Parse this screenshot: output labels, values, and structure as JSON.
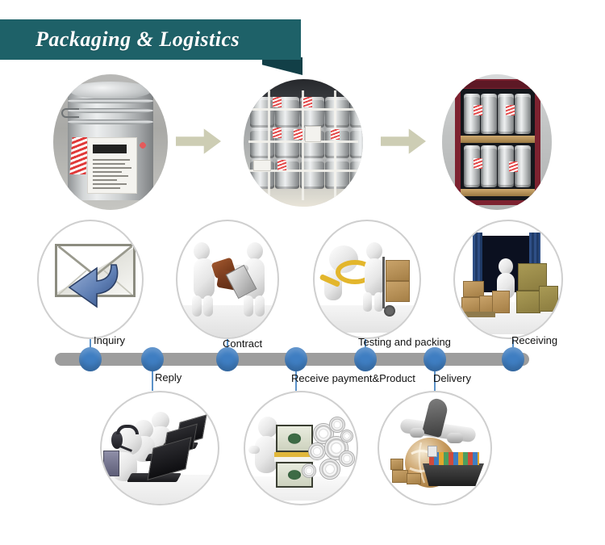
{
  "header": {
    "title": "Packaging & Logistics",
    "banner_color": "#1e6168",
    "tail_color": "#123f47",
    "text_color": "#ffffff"
  },
  "photo_row": {
    "items": [
      {
        "name": "steel-drum-photo",
        "caption": ""
      },
      {
        "name": "palletized-drums-photo",
        "caption": ""
      },
      {
        "name": "container-loaded-drums-photo",
        "caption": ""
      }
    ],
    "arrows": [
      {
        "name": "flow-arrow-1",
        "color": "#cdcdb4"
      },
      {
        "name": "flow-arrow-2",
        "color": "#cdcdb4"
      }
    ]
  },
  "process": {
    "bar_color": "#9d9d9d",
    "dot_color": "#3f7ec2",
    "stem_color": "#5b92c9",
    "steps": [
      {
        "label": "Inquiry",
        "position": "above",
        "icon": "email-reply-icon"
      },
      {
        "label": "Reply",
        "position": "below",
        "icon": "call-center-icon"
      },
      {
        "label": "Contract",
        "position": "above",
        "icon": "contract-handshake-icon"
      },
      {
        "label": "Receive payment&Product",
        "position": "below",
        "icon": "payment-gears-icon"
      },
      {
        "label": "Testing and packing",
        "position": "above",
        "icon": "inspection-trolley-icon"
      },
      {
        "label": "Delivery",
        "position": "below",
        "icon": "air-sea-freight-icon"
      },
      {
        "label": "Receiving",
        "position": "above",
        "icon": "container-unload-icon"
      }
    ]
  }
}
